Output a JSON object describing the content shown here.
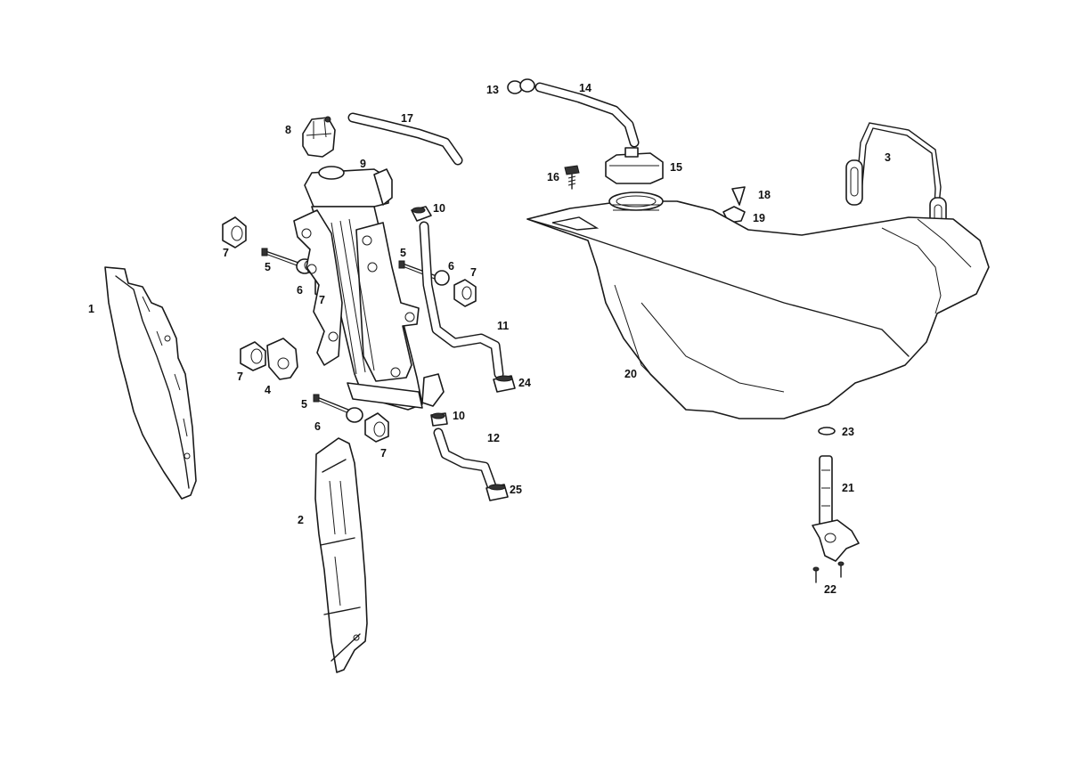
{
  "labels": {
    "p1": "1",
    "p2": "2",
    "p3": "3",
    "p4": "4",
    "p5a": "5",
    "p5b": "5",
    "p5c": "5",
    "p6a": "6",
    "p6b": "6",
    "p6c": "6",
    "p7a": "7",
    "p7b": "7",
    "p7c": "7",
    "p7d": "7",
    "p7e": "7",
    "p8": "8",
    "p9": "9",
    "p10a": "10",
    "p10b": "10",
    "p11": "11",
    "p12": "12",
    "p13": "13",
    "p14": "14",
    "p15": "15",
    "p16": "16",
    "p17": "17",
    "p18": "18",
    "p19": "19",
    "p20": "20",
    "p21": "21",
    "p22": "22",
    "p23": "23",
    "p24": "24",
    "p25": "25"
  }
}
